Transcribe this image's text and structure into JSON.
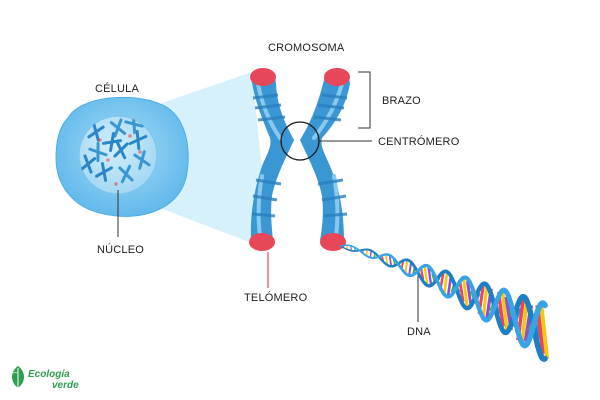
{
  "labels": {
    "cell": "CÉLULA",
    "nucleus": "NÚCLEO",
    "chromosome": "CROMOSOMA",
    "arm": "BRAZO",
    "centromere": "CENTRÓMERO",
    "telomere": "TELÓMERO",
    "dna": "DNA"
  },
  "logo": {
    "line1": "Ecología",
    "line2": "verde",
    "icon": "leaf-icon"
  },
  "colors": {
    "chromosome_blue": "#3b97d3",
    "chromosome_light": "#8ac9ef",
    "telomere_red": "#e8475a",
    "cell_fill": "#78c8f0",
    "nucleus_fill": "#b5e2f7",
    "zoom_fill": "#cfeefb",
    "logo_green": "#2e9e4f",
    "dna_backbone": "#1f7fc4",
    "base_pair_colors": [
      "#e8475a",
      "#f5c518",
      "#8e4fc9",
      "#3fb34f",
      "#2a8fdc"
    ]
  }
}
